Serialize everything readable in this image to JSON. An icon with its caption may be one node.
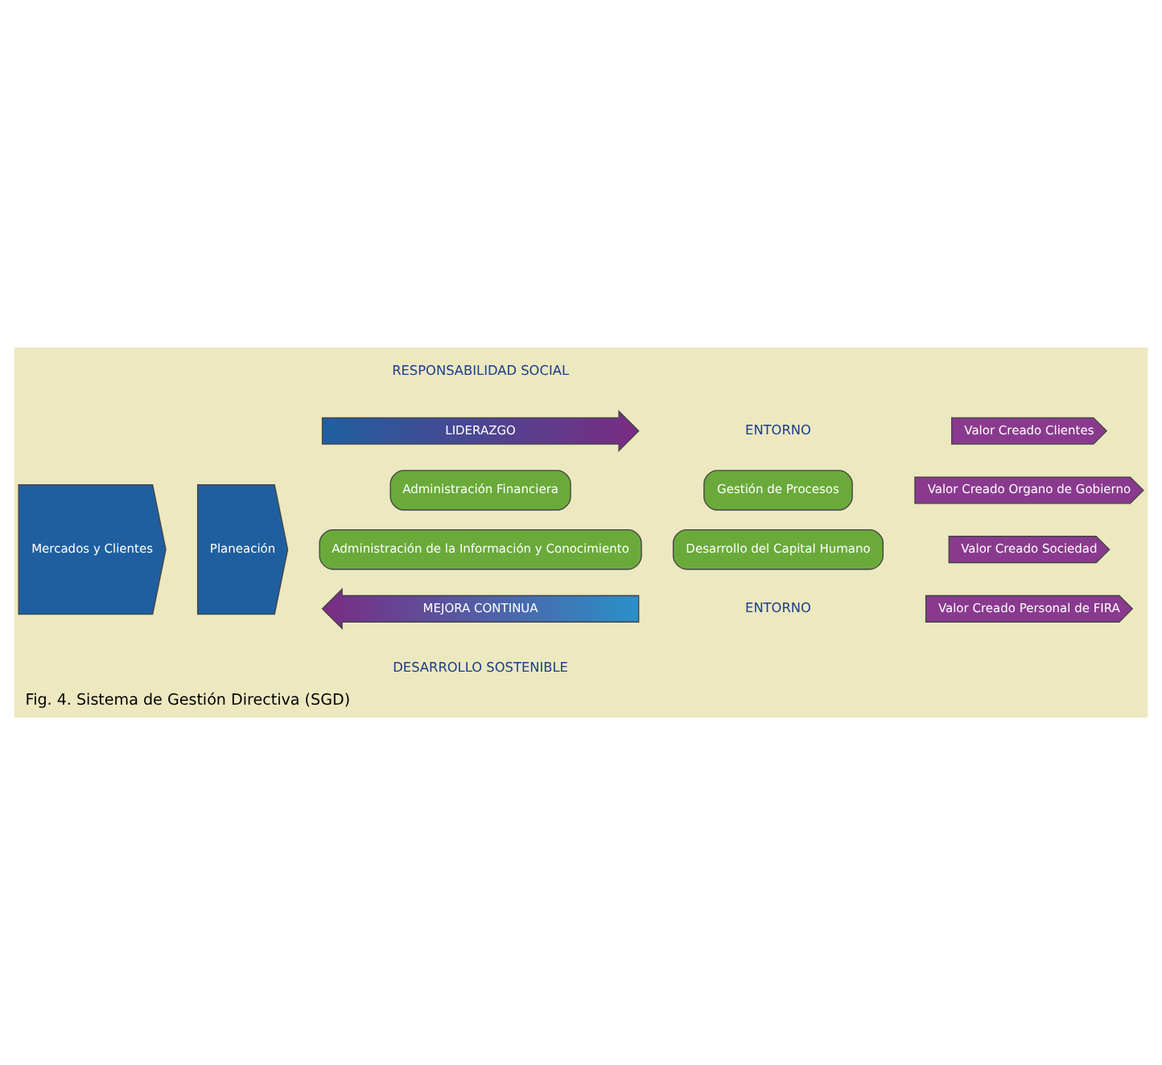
{
  "diagram": {
    "caption": "Fig. 4. Sistema de Gestión Directiva (SGD)",
    "nodes": [
      {
        "text": [
          "LIDERAZGO"
        ]
      },
      {
        "text": [
          "Mercados y Clientes"
        ]
      },
      {
        "text": [
          "Planeación"
        ]
      },
      {
        "text": [
          "Administración Financiera"
        ]
      },
      {
        "text": [
          "Gestión de Procesos"
        ]
      },
      {
        "text": [
          "Administración de la Información y Conocimiento"
        ]
      },
      {
        "text": [
          "Desarrollo del Capital Humano"
        ]
      },
      {
        "text": [
          "Valor Creado Clientes"
        ]
      },
      {
        "text": [
          "Valor Creado Organo de Gobierno"
        ]
      },
      {
        "text": [
          "Valor Creado Sociedad"
        ]
      },
      {
        "text": [
          "Valor Creado Personal de FIRA"
        ]
      },
      {
        "text": [
          "MEJORA CONTINUA"
        ]
      }
    ],
    "labels": [
      "ENTORNO",
      "RESPONSABILIDAD SOCIAL",
      "DESARROLLO SOSTENIBLE",
      "ENTORNO"
    ]
  }
}
